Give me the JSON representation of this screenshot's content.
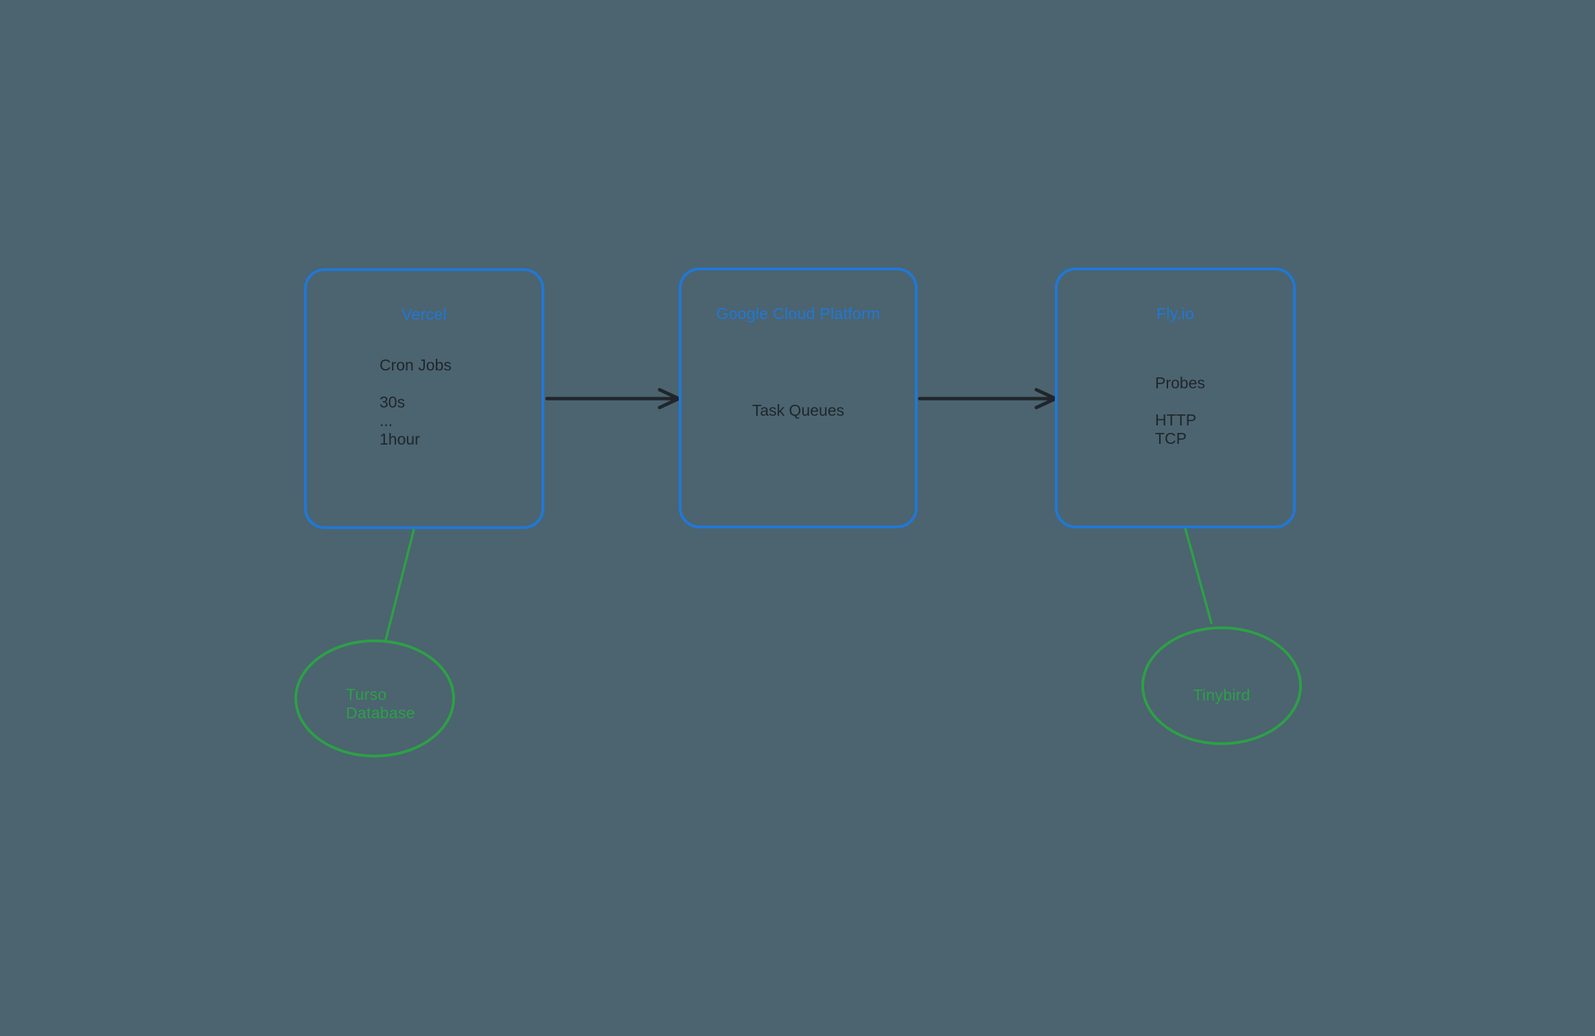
{
  "theme": {
    "bg": "#4b6470",
    "blue": "#2078d6",
    "green": "#2da046",
    "ink": "#20262b"
  },
  "diagram": {
    "boxes": [
      {
        "title": "Vercel",
        "lines": [
          "Cron Jobs",
          "",
          "30s",
          "...",
          "1hour"
        ]
      },
      {
        "title": "Google Cloud Platform",
        "lines": [
          "Task Queues"
        ]
      },
      {
        "title": "Fly.io",
        "lines": [
          "Probes",
          "",
          "HTTP",
          "TCP"
        ]
      }
    ],
    "ellipses": [
      {
        "lines": [
          "Turso",
          "Database"
        ]
      },
      {
        "lines": [
          "Tinybird"
        ]
      }
    ],
    "connectors": [
      {
        "from": "Vercel",
        "to": "Google Cloud Platform",
        "style": "black-arrow"
      },
      {
        "from": "Google Cloud Platform",
        "to": "Fly.io",
        "style": "black-arrow"
      },
      {
        "from": "Vercel",
        "to": "Turso Database",
        "style": "green-line"
      },
      {
        "from": "Fly.io",
        "to": "Tinybird",
        "style": "green-line"
      }
    ]
  }
}
